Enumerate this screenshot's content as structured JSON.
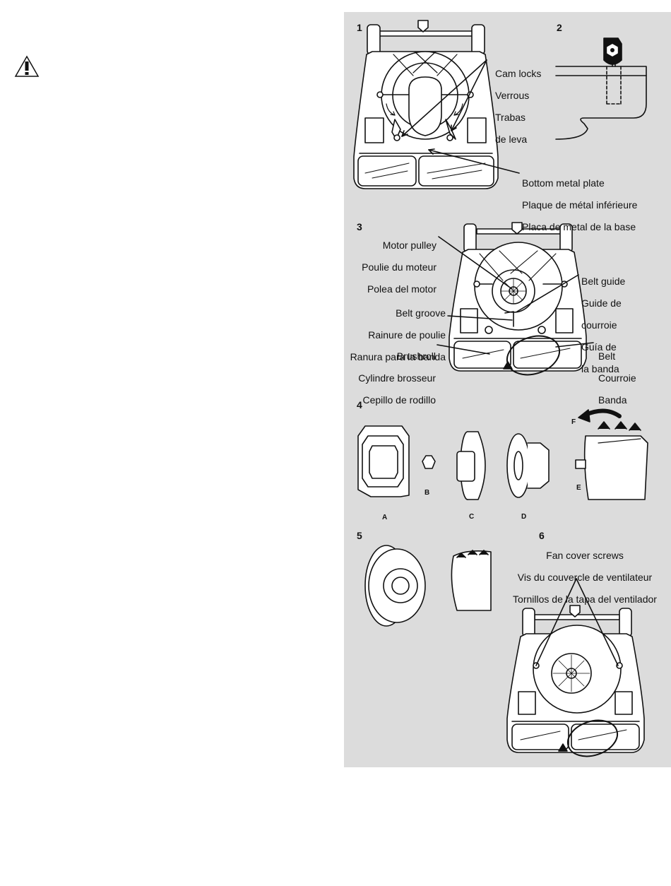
{
  "figures": {
    "fig1": {
      "number": "1",
      "cam_locks": [
        "Cam locks",
        "Verrous",
        "Trabas",
        "de leva"
      ],
      "bottom_plate": [
        "Bottom metal plate",
        "Plaque de métal inférieure",
        "Placa de metal de la base"
      ]
    },
    "fig2": {
      "number": "2"
    },
    "fig3": {
      "number": "3",
      "motor_pulley": [
        "Motor pulley",
        "Poulie du moteur",
        "Polea del motor"
      ],
      "belt_guide": [
        "Belt guide",
        "Guide de",
        "courroie",
        "Guía de",
        "la banda"
      ],
      "belt_groove": [
        "Belt groove",
        "Rainure de poulie",
        "Ranura para la banda"
      ],
      "brushroll": [
        "Brushroll",
        "Cylindre brosseur",
        "Cepillo de rodillo"
      ],
      "belt": [
        "Belt",
        "Courroie",
        "Banda"
      ]
    },
    "fig4": {
      "number": "4",
      "parts": {
        "a": "A",
        "b": "B",
        "c": "C",
        "d": "D",
        "e": "E",
        "f": "F"
      }
    },
    "fig5": {
      "number": "5"
    },
    "fig6": {
      "number": "6",
      "fan_cover_screws": [
        "Fan cover screws",
        "Vis du couvercle de ventilateur",
        "Tornillos de la tapa del ventilador"
      ]
    }
  },
  "icons": {
    "warning": "warning-triangle-icon"
  },
  "colors": {
    "panel_bg": "#dcdcdc",
    "line": "#111111",
    "fill_white": "#ffffff"
  }
}
